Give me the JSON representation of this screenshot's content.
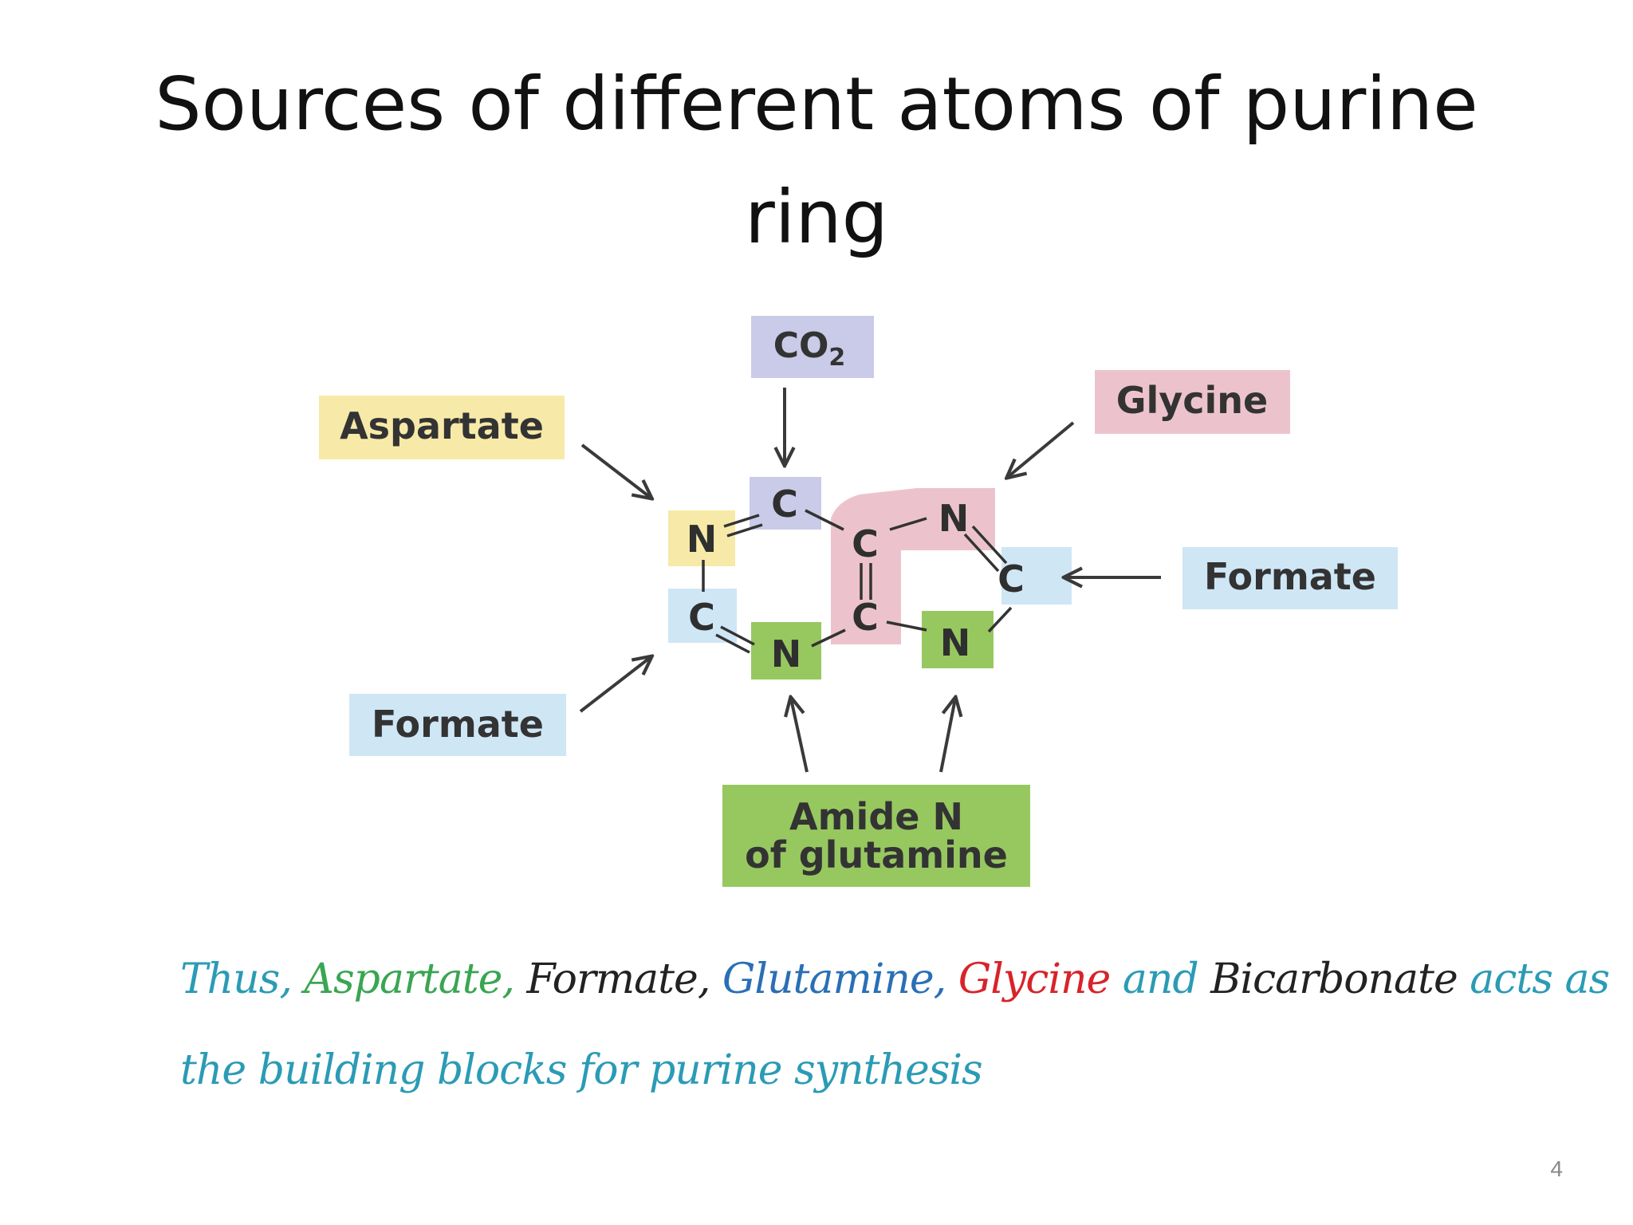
{
  "title": {
    "line1": "Sources of different atoms of purine",
    "line2": "ring"
  },
  "sources": {
    "co2": "CO",
    "co2_subscript": "2",
    "aspartate": "Aspartate",
    "glycine": "Glycine",
    "formate_right": "Formate",
    "formate_left": "Formate",
    "amide_line1": "Amide N",
    "amide_line2": "of glutamine"
  },
  "ring_atoms": {
    "n1": "N",
    "c2": "C",
    "n3": "N",
    "c4": "C",
    "c5": "C",
    "c6": "C",
    "n7": "N",
    "c8": "C",
    "n9": "N"
  },
  "caption": {
    "thus": "Thus,",
    "aspartate": "Aspartate,",
    "formate": "Formate,",
    "glutamine": "Glutamine,",
    "glycine": "Glycine",
    "and": "and",
    "bicarbonate": "Bicarbonate",
    "acts_as": "acts as",
    "line2": "the building blocks for purine synthesis"
  },
  "colors": {
    "co2_box": "#c9cbe8",
    "aspartate_box": "#f7e9a8",
    "glycine_box": "#ecc3cc",
    "formate_box": "#cfe6f5",
    "glutamine_box": "#97c860",
    "caption_teal": "#2b9bb5",
    "caption_green": "#3aa552",
    "caption_black": "#222222",
    "caption_blue": "#2a6fb5",
    "caption_red": "#d8232a"
  },
  "page_number": "4"
}
